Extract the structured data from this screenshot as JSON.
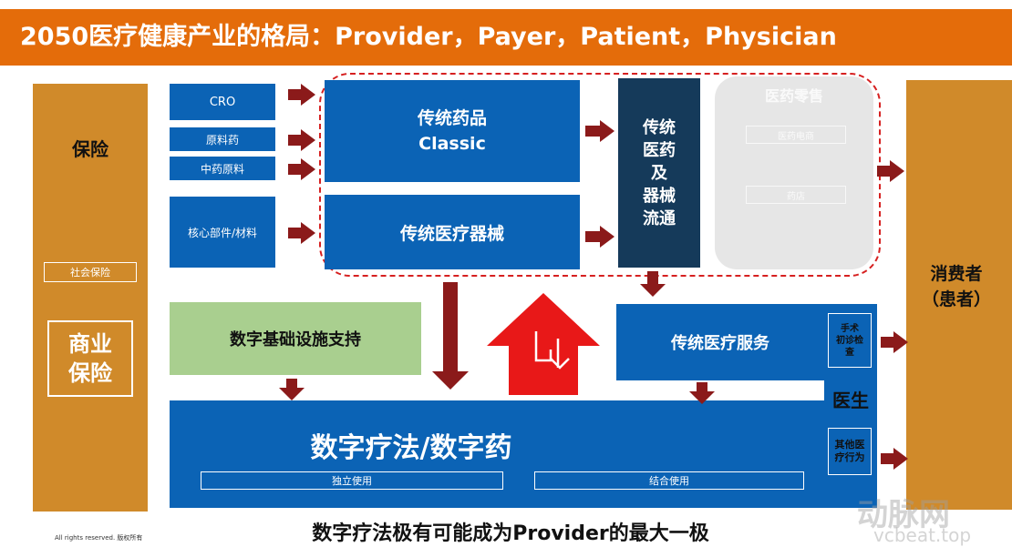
{
  "title": "2050医疗健康产业的格局：Provider，Payer，Patient，Physician",
  "left": {
    "insurance": "保险",
    "social_insurance": "社会保险",
    "commercial_insurance": "商业\n保险"
  },
  "suppliers": {
    "cro": "CRO",
    "raw_drugs": "原料药",
    "tcm_raw": "中药原料",
    "core_parts": "核心部件/材料"
  },
  "traditional_drugs": "传统药品\nClassic",
  "traditional_devices": "传统医疗器械",
  "distribution": "传统\n医药\n及\n器械\n流通",
  "retail": {
    "title": "医药零售",
    "items": [
      "医药电商",
      "药店"
    ]
  },
  "digital_infra": "数字基础设施支持",
  "medical_services": "传统医疗服务",
  "doctor": {
    "top": "手术\n初诊检\n查",
    "label": "医生",
    "bottom": "其他医\n疗行为"
  },
  "consumer": "消费者\n（患者）",
  "digital_therapeutics": {
    "title": "数字疗法/数字药",
    "independent": "独立使用",
    "combined": "结合使用"
  },
  "footer": {
    "rights": "All rights reserved. 版权所有",
    "conclusion": "数字疗法极有可能成为Provider的最大一极",
    "watermark": "动脉网",
    "watermark_url": "vcbeat.top"
  },
  "colors": {
    "title_bar": "#e46c0a",
    "orange": "#d08a2a",
    "blue": "#0b63b5",
    "dark_blue": "#153a5a",
    "green": "#a9cf8f",
    "arrow": "#8b1a1a",
    "big_arrow": "#e81818"
  }
}
